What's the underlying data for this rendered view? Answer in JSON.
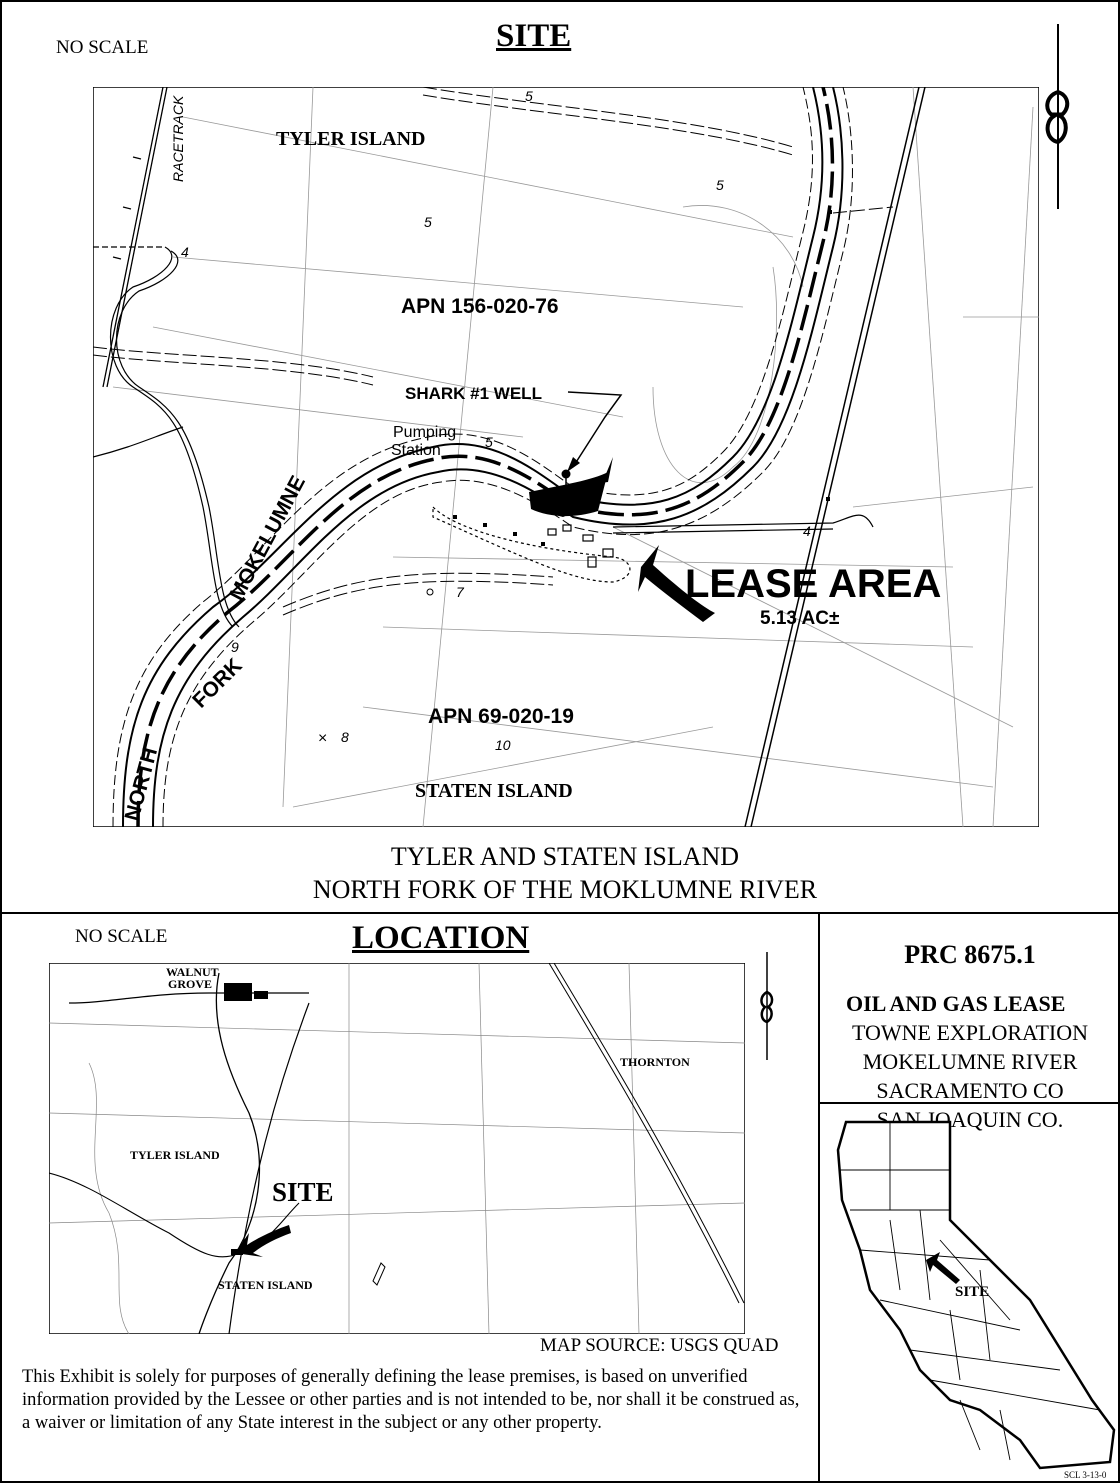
{
  "site_panel": {
    "no_scale": "NO SCALE",
    "title": "SITE",
    "labels": {
      "tyler_island": "TYLER ISLAND",
      "racetrack": "RACETRACK",
      "apn_north": "APN 156-020-76",
      "well": "SHARK #1 WELL",
      "pumping": "Pumping",
      "station": "Station",
      "lease_area": "LEASE AREA",
      "acreage": "5.13 AC±",
      "river_north": "NORTH",
      "river_fork": "FORK",
      "river_mokelumne": "MOKELUMNE",
      "apn_south": "APN 69-020-19",
      "staten_island": "STATEN ISLAND",
      "elev_5a": "5",
      "elev_5b": "5",
      "elev_5c": "5",
      "elev_5d": "5",
      "elev_4a": "4",
      "elev_4b": "4",
      "elev_7": "7",
      "elev_8": "8",
      "elev_9": "9",
      "elev_10": "10"
    },
    "caption_line1": "TYLER AND STATEN ISLAND",
    "caption_line2": "NORTH FORK OF THE MOKLUMNE RIVER"
  },
  "location_panel": {
    "no_scale": "NO SCALE",
    "title": "LOCATION",
    "labels": {
      "walnut": "WALNUT",
      "grove": "GROVE",
      "thornton": "THORNTON",
      "tyler_island": "TYLER ISLAND",
      "site": "SITE",
      "staten_island": "STATEN ISLAND"
    },
    "map_source": "MAP SOURCE: USGS QUAD",
    "disclaimer": "This Exhibit is solely for purposes of generally defining the lease premises, is based on unverified information provided by the Lessee or other parties and is not intended to be, nor shall it be construed as, a waiver or limitation of any State interest in the subject or any other property."
  },
  "info_panel": {
    "prc": "PRC 8675.1",
    "line1": "OIL AND GAS LEASE",
    "line2": "TOWNE EXPLORATION",
    "line3": "MOKELUMNE RIVER",
    "line4": "SACRAMENTO CO",
    "line5": "SAN JOAQUIN CO.",
    "state_site": "SITE",
    "doc_id": "SCL 3-13-0"
  },
  "colors": {
    "ink": "#000000",
    "paper": "#ffffff",
    "lease_fill": "#000000"
  }
}
